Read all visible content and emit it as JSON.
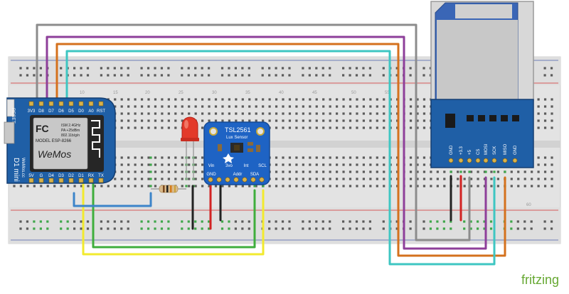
{
  "colors": {
    "wire_gray": "#8c8c8c",
    "wire_purple": "#8e3f9a",
    "wire_orange": "#d4711d",
    "wire_cyan": "#3ec6c2",
    "wire_yellow": "#f2ea2e",
    "wire_green": "#3fae3c",
    "wire_blue": "#3c84c9",
    "wire_black": "#222222",
    "wire_red": "#d22323",
    "board_blue": "#1f5fa6",
    "breadboard": "#e3e3e3",
    "rail_red": "#d65a5a",
    "rail_blue": "#6f7fb8",
    "hole_green": "#3ea64a",
    "logo_green": "#66a832"
  },
  "breadboard": {
    "col_label_10": "10",
    "col_label_15": "15",
    "col_label_20": "20",
    "col_label_25": "25",
    "col_label_30": "30",
    "col_label_35": "35",
    "col_label_40": "40",
    "col_label_45": "45",
    "col_label_50": "50",
    "col_label_55": "55",
    "col_label_60": "60"
  },
  "wemos": {
    "top_pins": [
      "3V3",
      "D8",
      "D7",
      "D6",
      "D5",
      "D0",
      "A0",
      "RST"
    ],
    "bottom_pins": [
      "5V",
      "G",
      "D4",
      "D3",
      "D2",
      "D1",
      "RX",
      "TX"
    ],
    "reset_label": "RESET",
    "brand": "WeMos",
    "model_name": "D1 mini",
    "model_sub": "WeMos.cc",
    "chip_model": "MODEL ESP-8266",
    "chip_band": "ISM 2.4GHz",
    "chip_power": "PA +25dBm",
    "chip_std": "802.11b/g/n",
    "fcc_mark": "FC"
  },
  "tsl": {
    "title": "TSL2561",
    "subtitle": "Lux Sensor",
    "top_pins": [
      "Vin",
      "3vo",
      "Int",
      "SCL"
    ],
    "bottom_pins": [
      "GND",
      "Addr",
      "SDA"
    ]
  },
  "sd": {
    "pins": [
      "GND",
      "+3.3",
      "+5",
      "CS",
      "MOSI",
      "SCK",
      "MISO",
      "GND"
    ]
  },
  "logo": {
    "text": "fritzing"
  }
}
